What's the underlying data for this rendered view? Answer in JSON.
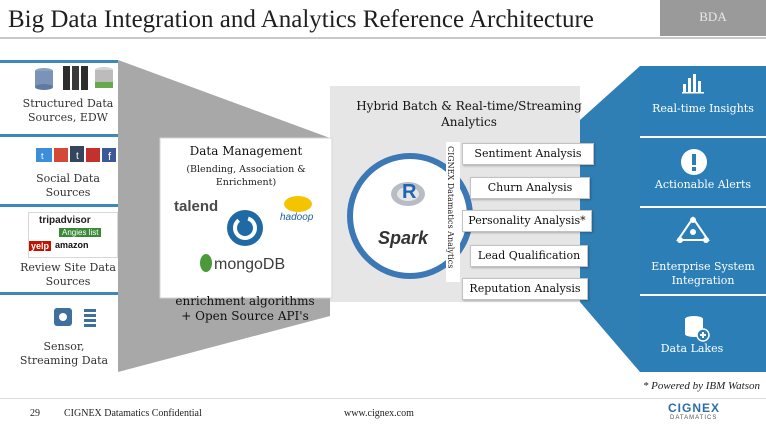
{
  "header": {
    "title": "Big Data Integration and Analytics Reference Architecture",
    "tag": "BDA"
  },
  "sources": [
    {
      "label": "Structured Data Sources, EDW"
    },
    {
      "label": "Social Data Sources"
    },
    {
      "label": "Review Site Data Sources"
    },
    {
      "label": "Sensor, Streaming Data"
    }
  ],
  "review_logos": {
    "tripadvisor": "tripadvisor",
    "angies": "Angies list",
    "yelp": "yelp",
    "amazon": "amazon"
  },
  "data_management": {
    "title": "Data Management",
    "subtitle": "(Blending, Association & Enrichment)",
    "tools": [
      "talend",
      "hadoop",
      "mongoDB"
    ],
    "enrichment": "enrichment algorithms + Open Source API's"
  },
  "analytics": {
    "title": "Hybrid Batch & Real-time/Streaming Analytics",
    "vertical_text": "CIGNEX Datamatics Analytics",
    "engines": [
      "R",
      "Spark"
    ],
    "items": [
      "Sentiment Analysis",
      "Churn Analysis",
      "Personality Analysis*",
      "Lead Qualification",
      "Reputation Analysis"
    ]
  },
  "outputs": [
    {
      "label": "Real-time Insights"
    },
    {
      "label": "Actionable Alerts"
    },
    {
      "label": "Enterprise System Integration"
    },
    {
      "label": "Data Lakes"
    }
  ],
  "footnote": "* Powered by IBM Watson",
  "footer": {
    "page": "29",
    "confidential": "CIGNEX Datamatics Confidential",
    "url": "www.cignex.com",
    "brand": "CIGNEX",
    "brand_sub": "DATAMATICS"
  },
  "colors": {
    "blue": "#2c7fb6",
    "stripe": "#3c89b9",
    "funnel": "#a9a9a9",
    "panel": "#e6e6e6",
    "tag": "#9a9a9a"
  }
}
